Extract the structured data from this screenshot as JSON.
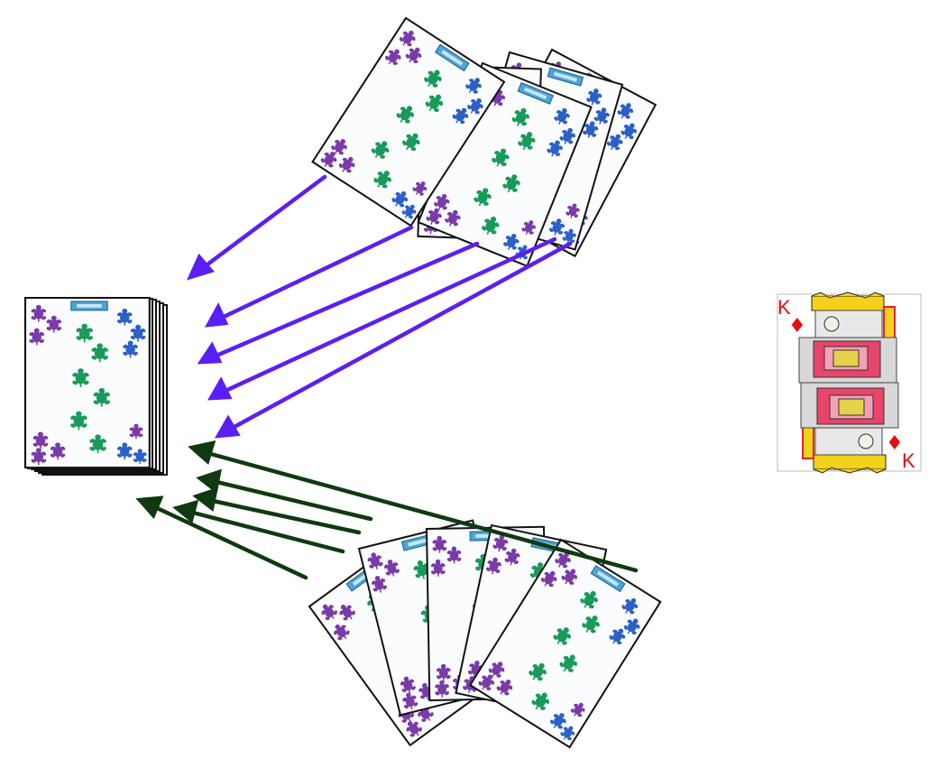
{
  "colors": {
    "arrow_top": "#5a1ff5",
    "arrow_bottom": "#0f3a0f",
    "card_border": "#111111",
    "card_bg": "#fafcfd",
    "turtle_purple": "#7a3aa8",
    "turtle_green": "#1a9a5a",
    "turtle_blue": "#2c5fc8",
    "label_blue": "#4aa6d8",
    "king_red": "#e01010"
  },
  "king_card": {
    "rank": "K",
    "suit": "♦",
    "rank_color": "#e01010"
  },
  "icons": {
    "card_back": "turtle-pattern-card-back",
    "pile": "stacked-card-pile",
    "king": "king-of-diamonds-face"
  }
}
